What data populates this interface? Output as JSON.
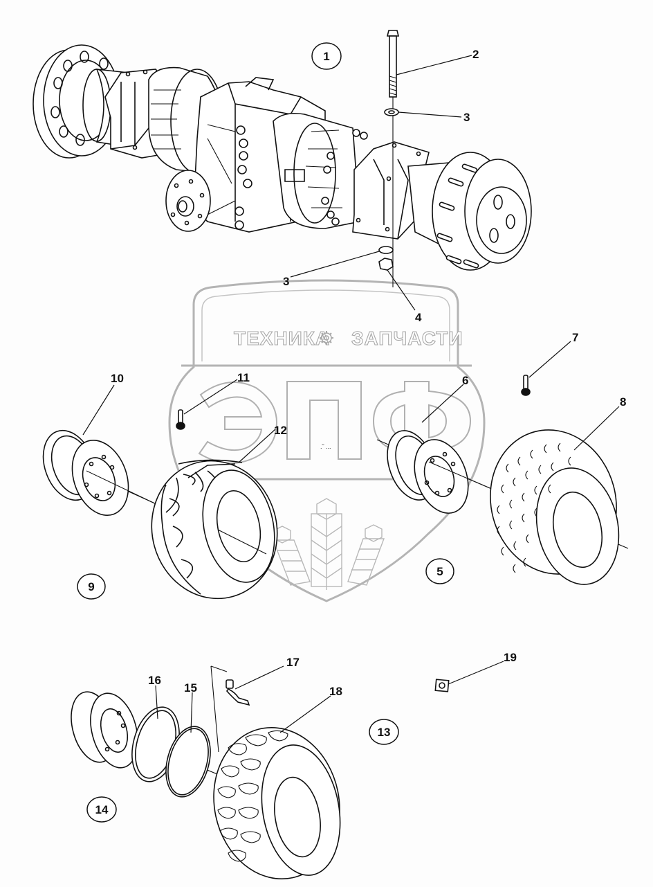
{
  "diagram": {
    "title": "Axle and wheels exploded parts diagram",
    "watermark": {
      "line1_left": "ТЕХНИКА",
      "line1_right": "ЗАПЧАСТИ",
      "logo_letters": "ЭПФ",
      "gear_icon": "gear-icon"
    },
    "group_labels": [
      {
        "id": "1",
        "text": "1",
        "describes": "axle assembly"
      },
      {
        "id": "5",
        "text": "5",
        "describes": "wheel assembly (turf tyre)"
      },
      {
        "id": "9",
        "text": "9",
        "describes": "wheel assembly (traction tyre)"
      },
      {
        "id": "13",
        "text": "13",
        "describes": "valve plate group"
      },
      {
        "id": "14",
        "text": "14",
        "describes": "wheel assembly (industrial tyre)"
      }
    ],
    "part_callouts": [
      {
        "id": "2",
        "text": "2",
        "part": "bolt"
      },
      {
        "id": "3a",
        "text": "3",
        "part": "washer (upper)"
      },
      {
        "id": "3b",
        "text": "3",
        "part": "washer (lower)"
      },
      {
        "id": "4",
        "text": "4",
        "part": "nut"
      },
      {
        "id": "6",
        "text": "6",
        "part": "rim"
      },
      {
        "id": "7",
        "text": "7",
        "part": "valve"
      },
      {
        "id": "8",
        "text": "8",
        "part": "tyre"
      },
      {
        "id": "10",
        "text": "10",
        "part": "rim"
      },
      {
        "id": "11",
        "text": "11",
        "part": "valve"
      },
      {
        "id": "12",
        "text": "12",
        "part": "tyre"
      },
      {
        "id": "15",
        "text": "15",
        "part": "o-ring"
      },
      {
        "id": "16",
        "text": "16",
        "part": "lock ring"
      },
      {
        "id": "17",
        "text": "17",
        "part": "valve"
      },
      {
        "id": "18",
        "text": "18",
        "part": "tyre"
      },
      {
        "id": "19",
        "text": "19",
        "part": "plate"
      }
    ]
  }
}
